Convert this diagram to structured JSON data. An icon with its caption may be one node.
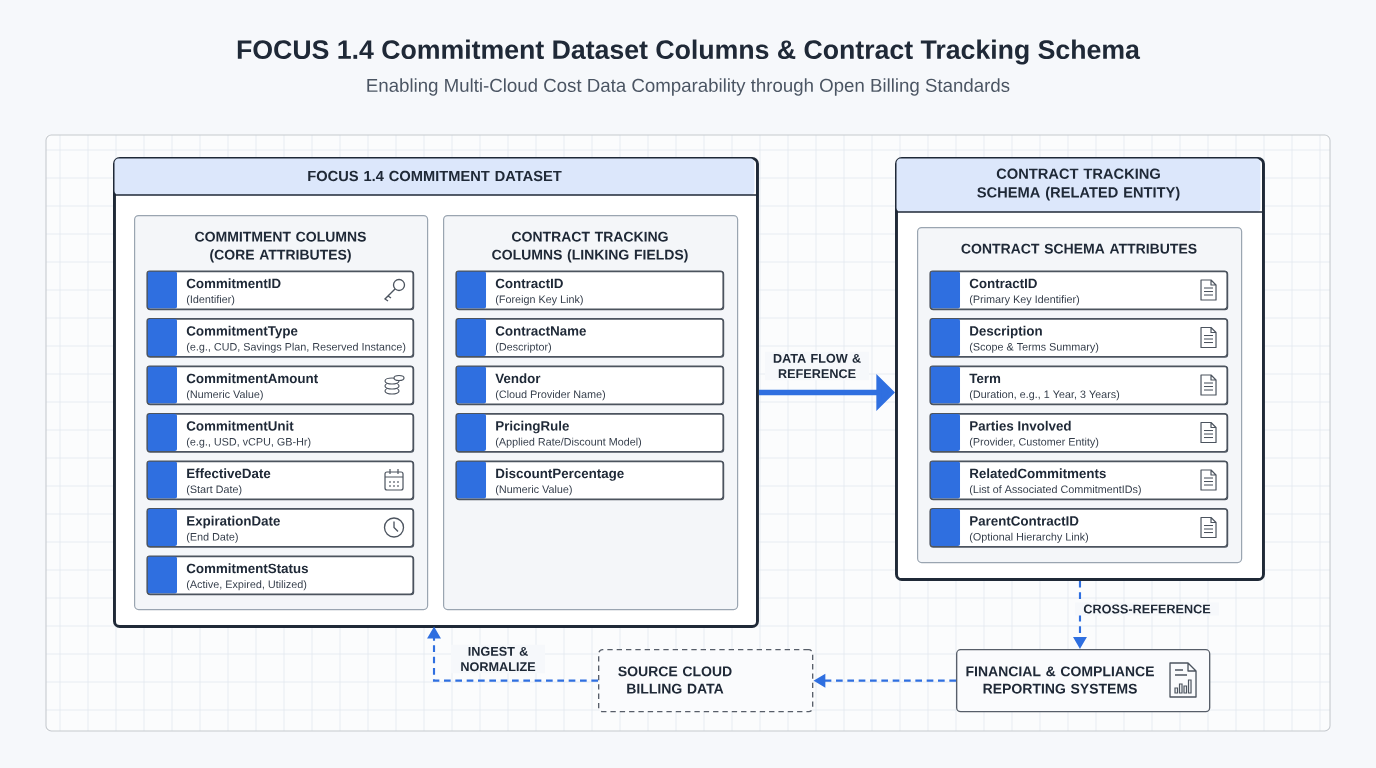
{
  "diagram": {
    "title": "FOCUS 1.4 Commitment Dataset Columns & Contract Tracking Schema",
    "caption": "Enabling Multi-Cloud Cost Data Comparability through Open Billing Standards",
    "nodes": [
      {
        "text": [
          "FOCUS 1.4 COMMITMENT DATASET"
        ]
      },
      {
        "text": [
          "COMMITMENT COLUMNS (CORE ATTRIBUTES)"
        ],
        "in": 0
      },
      {
        "text": [
          "CommitmentID",
          "(Identifier)"
        ],
        "in": 1
      },
      {
        "text": [
          "CommitmentType",
          "(e.g., CUD, Savings Plan, Reserved Instance)"
        ],
        "in": 1
      },
      {
        "text": [
          "CommitmentAmount",
          "(Numeric Value)"
        ],
        "in": 1
      },
      {
        "text": [
          "CommitmentUnit",
          "(e.g., USD, vCPU, GB-Hr)"
        ],
        "in": 1
      },
      {
        "text": [
          "EffectiveDate",
          "(Start Date)"
        ],
        "in": 1
      },
      {
        "text": [
          "ExpirationDate",
          "(End Date)"
        ],
        "in": 1
      },
      {
        "text": [
          "CommitmentStatus",
          "(Active, Expired, Utilized)"
        ],
        "in": 1
      },
      {
        "text": [
          "CONTRACT TRACKING COLUMNS (LINKING FIELDS)"
        ],
        "in": 0
      },
      {
        "text": [
          "ContractID",
          "(Foreign Key Link)"
        ],
        "in": 9
      },
      {
        "text": [
          "ContractName",
          "(Descriptor)"
        ],
        "in": 9
      },
      {
        "text": [
          "Vendor",
          "(Cloud Provider Name)"
        ],
        "in": 9
      },
      {
        "text": [
          "PricingRule",
          "(Applied Rate/Discount Model)"
        ],
        "in": 9
      },
      {
        "text": [
          "DiscountPercentage",
          "(Numeric Value)"
        ],
        "in": 9
      },
      {
        "text": [
          "CONTRACT TRACKING SCHEMA (RELATED ENTITY)"
        ]
      },
      {
        "text": [
          "CONTRACT SCHEMA ATTRIBUTES"
        ],
        "in": 15
      },
      {
        "text": [
          "ContractID",
          "(Primary Key Identifier)"
        ],
        "in": 16
      },
      {
        "text": [
          "Description",
          "(Scope & Terms Summary)"
        ],
        "in": 16
      },
      {
        "text": [
          "Term",
          "(Duration, e.g., 1 Year, 3 Years)"
        ],
        "in": 16
      },
      {
        "text": [
          "Parties Involved",
          "(Provider, Customer Entity)"
        ],
        "in": 16
      },
      {
        "text": [
          "RelatedCommitments",
          "(List of Associated CommitmentIDs)"
        ],
        "in": 16
      },
      {
        "text": [
          "ParentContractID",
          "(Optional Hierarchy Link)"
        ],
        "in": 16
      },
      {
        "text": [
          "SOURCE CLOUD BILLING DATA"
        ]
      },
      {
        "text": [
          "FINANCIAL & COMPLIANCE REPORTING SYSTEMS"
        ]
      }
    ],
    "edges": [
      {
        "from": 0,
        "to": 15,
        "arrow": "to",
        "label": "DATA FLOW & REFERENCE",
        "style": "thick"
      },
      {
        "from": 15,
        "to": 24,
        "arrow": "to",
        "label": "CROSS-REFERENCE",
        "style": "dashed"
      },
      {
        "from": 24,
        "to": 23,
        "arrow": "to",
        "style": "dashed"
      },
      {
        "from": 23,
        "to": 0,
        "arrow": "to",
        "label": "INGEST & NORMALIZE",
        "style": "dashed"
      }
    ]
  }
}
